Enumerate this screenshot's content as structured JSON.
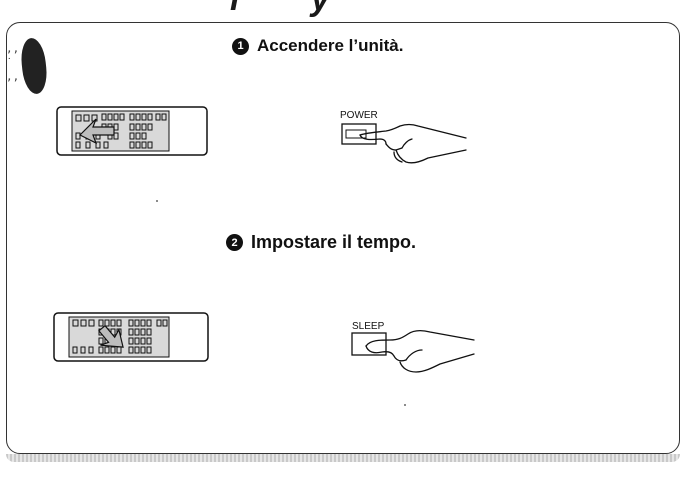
{
  "header": {
    "fragment_text": [
      "i",
      "y"
    ]
  },
  "steps": [
    {
      "number": "1",
      "text": "Accendere l’unità.",
      "button_label": "POWER"
    },
    {
      "number": "2",
      "text": "Impostare il tempo.",
      "button_label": "SLEEP"
    }
  ],
  "colors": {
    "ink": "#111111",
    "panel_border": "#333333",
    "background": "#ffffff"
  },
  "icons": [
    "remote-control-icon",
    "hand-pointer-icon",
    "arrow-icon"
  ]
}
